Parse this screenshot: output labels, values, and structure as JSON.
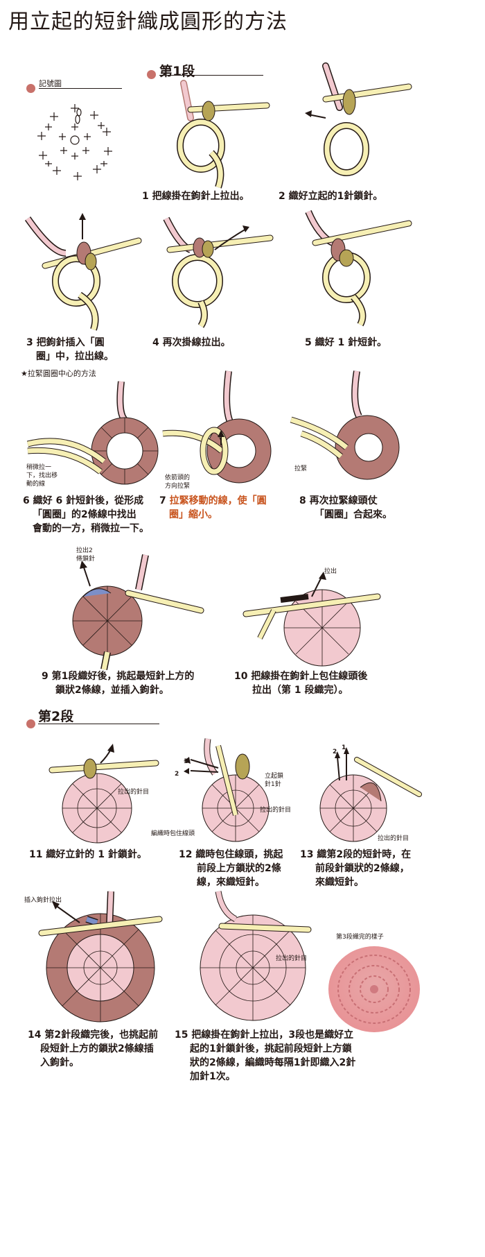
{
  "page_title": "用立起的短針織成圓形的方法",
  "legend_label": "記號圖",
  "tip_label": "★拉緊圓圈中心的方法",
  "sections": {
    "round1": "第1段",
    "round2": "第2段"
  },
  "steps": [
    {
      "n": "1",
      "lines": [
        "把線掛在鉤針上拉出。"
      ]
    },
    {
      "n": "2",
      "lines": [
        "織好立起的1針鎖針。"
      ]
    },
    {
      "n": "3",
      "lines": [
        "把鉤針插入「圓",
        "圈」中，拉出線。"
      ]
    },
    {
      "n": "4",
      "lines": [
        "再次掛線拉出。"
      ]
    },
    {
      "n": "5",
      "lines": [
        "織好 1 針短針。"
      ]
    },
    {
      "n": "6",
      "lines": [
        "織好 6 針短針後，從形成",
        "「圓圈」的2條線中找出",
        "會動的一方，稍微拉一下。"
      ]
    },
    {
      "n": "7",
      "lines": [
        "拉緊移動的線，使「圓",
        "圈」縮小。"
      ]
    },
    {
      "n": "8",
      "lines": [
        "再次拉緊線頭仗",
        "「圓圈」合起來。"
      ]
    },
    {
      "n": "9",
      "lines": [
        "第1段織好後，挑起最短針上方的",
        "鎖狀2條線，並插入鉤針。"
      ]
    },
    {
      "n": "10",
      "lines": [
        "把線掛在鉤針上包住線頭後",
        "拉出（第 1 段織完）。"
      ]
    },
    {
      "n": "11",
      "lines": [
        "織好立針的 1 針鎖針。"
      ]
    },
    {
      "n": "12",
      "lines": [
        "織時包住線頭，挑起",
        "前段上方鎖狀的2條",
        "線，來織短針。"
      ]
    },
    {
      "n": "13",
      "lines": [
        "織第2段的短針時，在",
        "前段針鎖狀的2條線，",
        "來織短針。"
      ]
    },
    {
      "n": "14",
      "lines": [
        "第2針段織完後，也挑起前",
        "段短針上方的鎖狀2條線插",
        "入鉤針。"
      ]
    },
    {
      "n": "15",
      "lines": [
        "把線掛在鉤針上拉出，3段也是織好立",
        "起的1針鎖針後，挑起前段短針上方鎖",
        "狀的2條線，編織時每隔1針即織入2針",
        "加針1次。"
      ]
    }
  ],
  "annotations": {
    "a6": [
      "稍微拉一",
      "下，找出移",
      "動的線"
    ],
    "a7": [
      "依箭頭的",
      "方向拉緊"
    ],
    "a8": "拉緊",
    "a9": [
      "拉出2",
      "條鎖針"
    ],
    "a10": "拉出",
    "a11": "拉出的針目",
    "a12_1": "1",
    "a12_2": "2",
    "a12_lichi": [
      "立起鎖",
      "針1針"
    ],
    "a12_pull": "拉出的針目",
    "a12_wrap": "編織時包住線頭",
    "a13_1": "1",
    "a13_2": "2",
    "a13_pull": "拉出的針目",
    "a14": "插入鉤針拉出",
    "a15": "拉出的針目",
    "photo": "第3段織完的樣子"
  },
  "colors": {
    "accent": "#c8716a",
    "yarn": "#f6efb4",
    "pink": "#f2c9cf",
    "rose": "#b47a74",
    "olive": "#b6a456",
    "blue": "#7c8fc8"
  }
}
